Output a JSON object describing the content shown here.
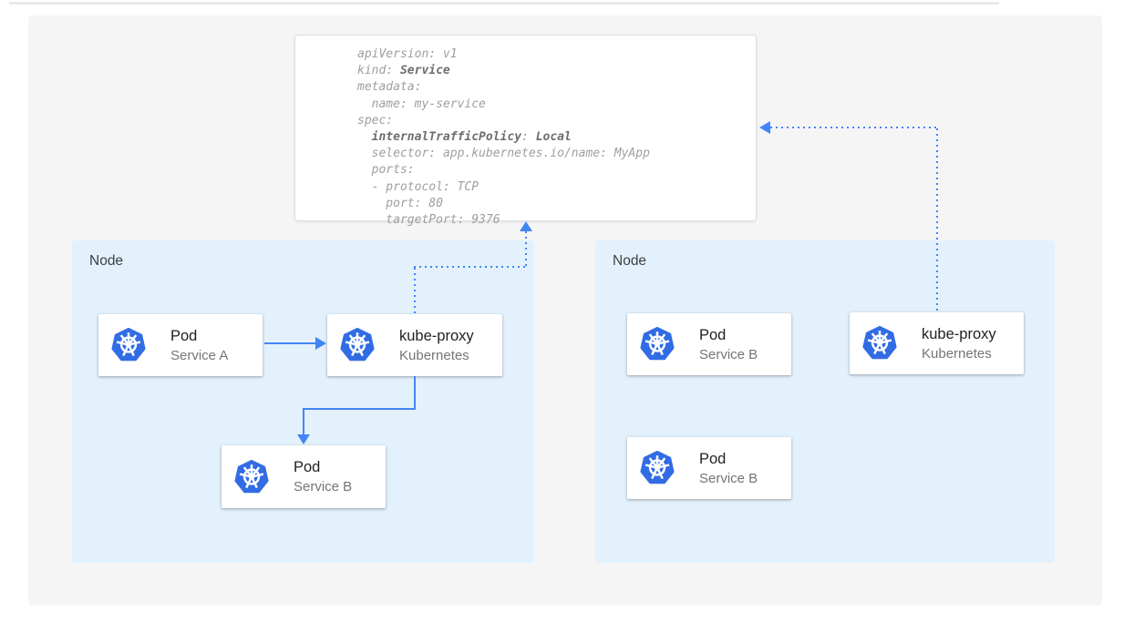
{
  "colors": {
    "canvas_bg": "#f5f5f6",
    "node_bg": "#e3f1fc",
    "arrow_blue": "#4285f4",
    "kubernetes_blue": "#326ce5",
    "code_regular": "#9e9e9e",
    "code_bold": "#6e6e6e",
    "card_title": "#212121",
    "card_subtitle": "#757575",
    "node_label": "#3c4043"
  },
  "code_card": {
    "lines": [
      [
        {
          "t": "apiVersion: v1"
        }
      ],
      [
        {
          "t": "kind: "
        },
        {
          "t": "Service",
          "b": true
        }
      ],
      [
        {
          "t": "metadata:"
        }
      ],
      [
        {
          "t": "  name: my-service"
        }
      ],
      [
        {
          "t": "spec:"
        }
      ],
      [
        {
          "t": "  "
        },
        {
          "t": "internalTrafficPolicy",
          "b": true
        },
        {
          "t": ": "
        },
        {
          "t": "Local",
          "b": true
        }
      ],
      [
        {
          "t": "  selector: app.kubernetes.io/name: MyApp"
        }
      ],
      [
        {
          "t": "  ports:"
        }
      ],
      [
        {
          "t": "  - protocol: TCP"
        }
      ],
      [
        {
          "t": "    port: 80"
        }
      ],
      [
        {
          "t": "    targetPort: 9376"
        }
      ]
    ]
  },
  "nodes": [
    {
      "label": "Node",
      "cards": [
        {
          "title": "Pod",
          "subtitle": "Service A"
        },
        {
          "title": "kube-proxy",
          "subtitle": "Kubernetes"
        },
        {
          "title": "Pod",
          "subtitle": "Service B"
        }
      ]
    },
    {
      "label": "Node",
      "cards": [
        {
          "title": "Pod",
          "subtitle": "Service B"
        },
        {
          "title": "kube-proxy",
          "subtitle": "Kubernetes"
        },
        {
          "title": "Pod",
          "subtitle": "Service B"
        }
      ]
    }
  ]
}
